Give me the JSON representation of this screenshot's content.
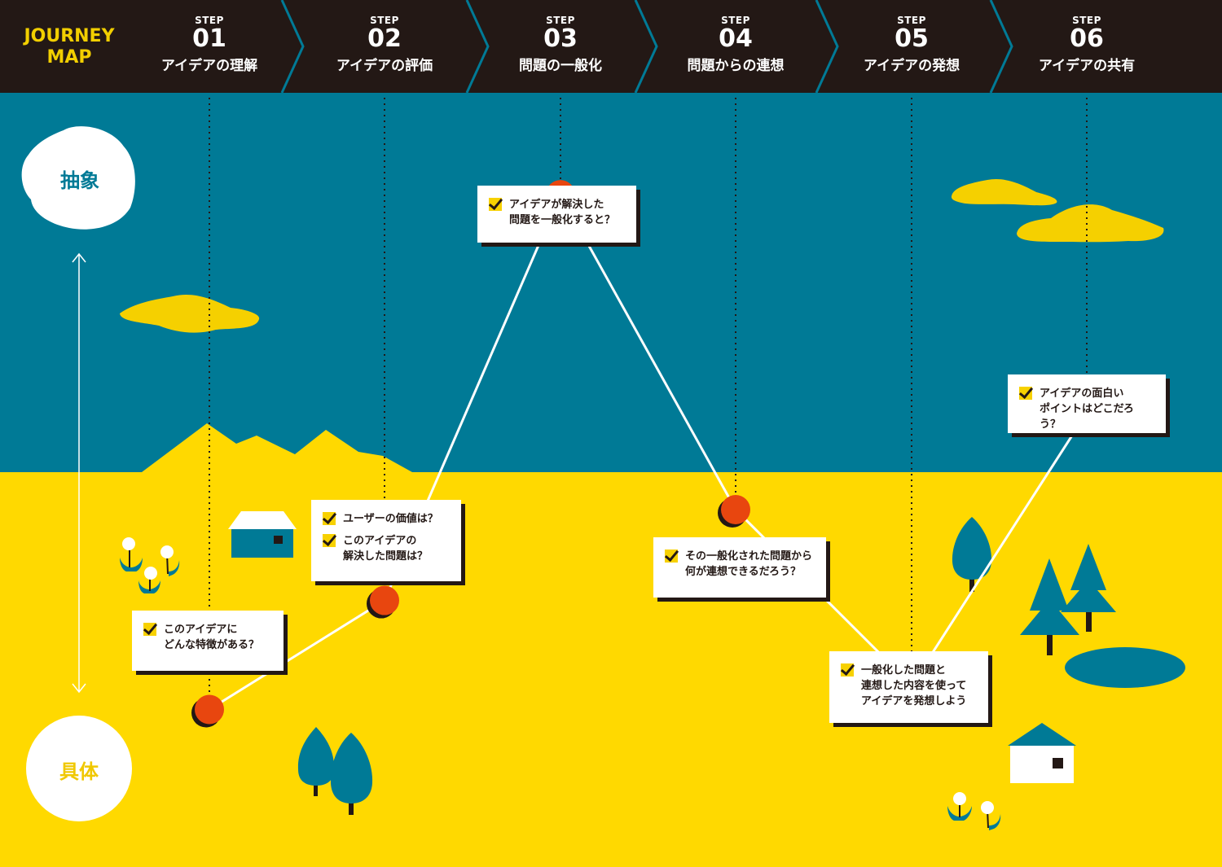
{
  "header": {
    "title_lines": [
      "JOURNEY",
      "MAP"
    ],
    "step_label": "STEP",
    "steps": [
      {
        "num": "01",
        "title": "アイデアの理解"
      },
      {
        "num": "02",
        "title": "アイデアの評価"
      },
      {
        "num": "03",
        "title": "問題の一般化"
      },
      {
        "num": "04",
        "title": "問題からの連想"
      },
      {
        "num": "05",
        "title": "アイデアの発想"
      },
      {
        "num": "06",
        "title": "アイデアの共有"
      }
    ]
  },
  "axis": {
    "top_label": "抽象",
    "bottom_label": "具体"
  },
  "journey": {
    "levels": [
      0.08,
      0.26,
      0.93,
      0.41,
      0.12,
      0.57
    ]
  },
  "cards": [
    {
      "questions": [
        "このアイデアに\nどんな特徴がある？"
      ]
    },
    {
      "questions": [
        "ユーザーの価値は？",
        "このアイデアの\n解決した問題は？"
      ]
    },
    {
      "questions": [
        "アイデアが解決した\n問題を一般化すると？"
      ]
    },
    {
      "questions": [
        "その一般化された問題から\n何が連想できるだろう？"
      ]
    },
    {
      "questions": [
        "一般化した問題と\n連想した内容を使って\nアイデアを発想しよう"
      ]
    },
    {
      "questions": [
        "アイデアの面白い\nポイントはどこだろう？"
      ]
    }
  ],
  "colors": {
    "header": "#231815",
    "sky": "#007a96",
    "ground": "#ffd900",
    "accent": "#e8460f",
    "cloud_yellow": "#f5d000",
    "white": "#ffffff",
    "teal_dark": "#006f88"
  }
}
